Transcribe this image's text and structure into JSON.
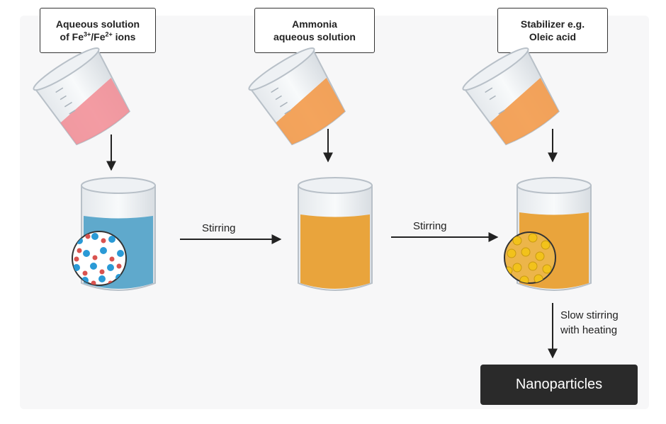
{
  "inputs": [
    {
      "line1": "Aqueous solution",
      "line2_prefix": "of  Fe",
      "sup1": "3+",
      "slash": "/Fe",
      "sup2": "2+",
      "line2_suffix": " ions"
    },
    {
      "line1": "Ammonia",
      "line2": "aqueous solution"
    },
    {
      "line1": "Stabilizer e.g.",
      "line2": "Oleic acid"
    }
  ],
  "steps": {
    "stir1": "Stirring",
    "stir2": "Stirring",
    "slow_line1": "Slow stirring",
    "slow_line2": "with heating"
  },
  "result": "Nanoparticles",
  "colors": {
    "pink_liquid": "#f28b93",
    "orange_liquid": "#f39a4a",
    "blue_liquid": "#5fa9cc",
    "amber_liquid": "#e9a43c",
    "ion_blue": "#2a9ad6",
    "ion_red": "#d9534f",
    "particle_yellow": "#f2c21b",
    "dark_box": "#2a2a2a"
  }
}
